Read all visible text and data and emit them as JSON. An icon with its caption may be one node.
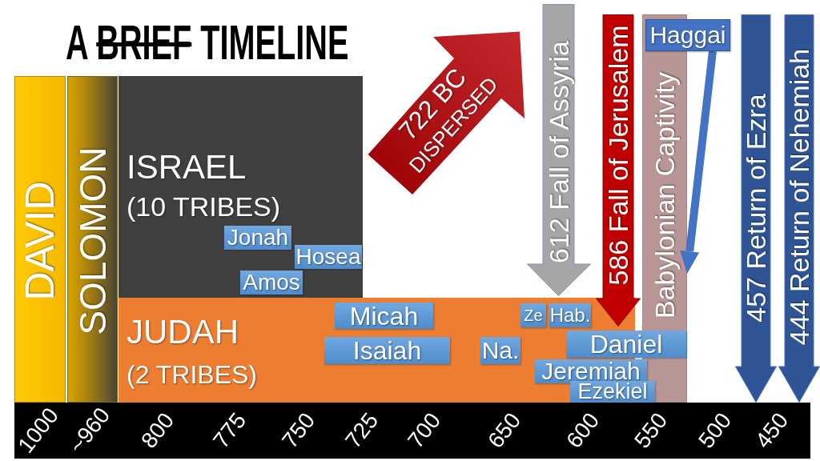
{
  "diagram": {
    "title": "A BRIEF TIMELINE",
    "nodes": [
      {
        "text": [
          "DAVID"
        ]
      },
      {
        "text": [
          "SOLOMON"
        ]
      },
      {
        "text": [
          "ISRAEL",
          "(10 TRIBES)"
        ]
      },
      {
        "text": [
          "Jonah"
        ],
        "in": 2
      },
      {
        "text": [
          "Hosea"
        ],
        "in": 2
      },
      {
        "text": [
          "Amos"
        ],
        "in": 2
      },
      {
        "text": [
          "722 BC",
          "DISPERSED"
        ]
      },
      {
        "text": [
          "612 Fall of Assyria"
        ]
      },
      {
        "text": [
          "586 Fall of Jerusalem"
        ]
      },
      {
        "text": [
          "Babylonian Captivity"
        ]
      },
      {
        "text": [
          "Haggai"
        ]
      },
      {
        "text": [
          "457 Return of Ezra"
        ]
      },
      {
        "text": [
          "444 Return of Nehemiah"
        ]
      },
      {
        "text": [
          "JUDAH",
          "(2 TRIBES)"
        ]
      },
      {
        "text": [
          "Micah"
        ],
        "in": 13
      },
      {
        "text": [
          "Isaiah"
        ],
        "in": 13
      },
      {
        "text": [
          "Ze"
        ],
        "in": 13
      },
      {
        "text": [
          "Hab."
        ],
        "in": 13
      },
      {
        "text": [
          "Na."
        ],
        "in": 13
      },
      {
        "text": [
          "Daniel"
        ]
      },
      {
        "text": [
          "Jeremiah"
        ]
      },
      {
        "text": [
          "Ezekiel"
        ]
      }
    ],
    "edges": [
      {
        "from": 10,
        "to": 9,
        "arrow": "to"
      }
    ],
    "labels": [
      "1000",
      "~960",
      "800",
      "775",
      "750",
      "725",
      "700",
      "650",
      "600",
      "550",
      "500",
      "450"
    ]
  }
}
